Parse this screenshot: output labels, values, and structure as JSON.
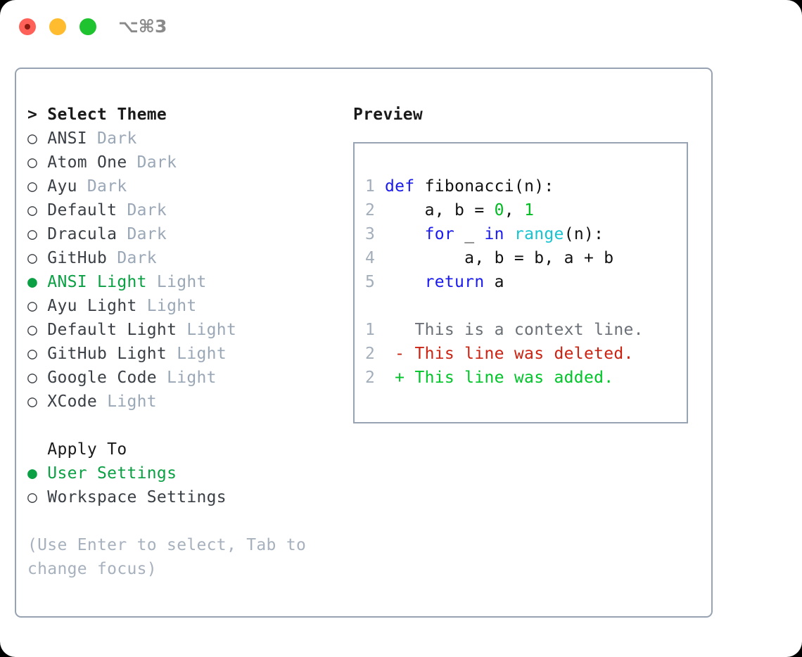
{
  "titlebar": {
    "shortcut": "⌥⌘3",
    "lights": [
      "close-light",
      "minimize-light",
      "maximize-light"
    ]
  },
  "theme_panel": {
    "heading": "> Select Theme",
    "items": [
      {
        "marker": "○ ",
        "name": "ANSI",
        "tag": " Dark",
        "selected": false
      },
      {
        "marker": "○ ",
        "name": "Atom One",
        "tag": " Dark",
        "selected": false
      },
      {
        "marker": "○ ",
        "name": "Ayu",
        "tag": " Dark",
        "selected": false
      },
      {
        "marker": "○ ",
        "name": "Default",
        "tag": " Dark",
        "selected": false
      },
      {
        "marker": "○ ",
        "name": "Dracula",
        "tag": " Dark",
        "selected": false
      },
      {
        "marker": "○ ",
        "name": "GitHub",
        "tag": " Dark",
        "selected": false
      },
      {
        "marker": "● ",
        "name": "ANSI Light",
        "tag": " Light",
        "selected": true
      },
      {
        "marker": "○ ",
        "name": "Ayu Light",
        "tag": " Light",
        "selected": false
      },
      {
        "marker": "○ ",
        "name": "Default Light",
        "tag": " Light",
        "selected": false
      },
      {
        "marker": "○ ",
        "name": "GitHub Light",
        "tag": " Light",
        "selected": false
      },
      {
        "marker": "○ ",
        "name": "Google Code",
        "tag": " Light",
        "selected": false
      },
      {
        "marker": "○ ",
        "name": "XCode",
        "tag": " Light",
        "selected": false
      }
    ]
  },
  "apply_to": {
    "heading": "  Apply To",
    "items": [
      {
        "marker": "● ",
        "name": "User Settings",
        "selected": true
      },
      {
        "marker": "○ ",
        "name": "Workspace Settings",
        "selected": false
      }
    ]
  },
  "hint": "(Use Enter to select, Tab to change focus)",
  "preview": {
    "title": "Preview",
    "code_lines": [
      {
        "lineno": "1",
        "tokens": [
          {
            "t": "def",
            "c": "k"
          },
          {
            "t": " ",
            "c": "pl"
          },
          {
            "t": "fibonacci",
            "c": "fn"
          },
          {
            "t": "(n):",
            "c": "pl"
          }
        ]
      },
      {
        "lineno": "2",
        "tokens": [
          {
            "t": "    a, b = ",
            "c": "pl"
          },
          {
            "t": "0",
            "c": "num"
          },
          {
            "t": ", ",
            "c": "pl"
          },
          {
            "t": "1",
            "c": "num"
          }
        ]
      },
      {
        "lineno": "3",
        "tokens": [
          {
            "t": "    ",
            "c": "pl"
          },
          {
            "t": "for",
            "c": "k"
          },
          {
            "t": " _ ",
            "c": "pl"
          },
          {
            "t": "in",
            "c": "k"
          },
          {
            "t": " ",
            "c": "pl"
          },
          {
            "t": "range",
            "c": "bi"
          },
          {
            "t": "(n):",
            "c": "pl"
          }
        ]
      },
      {
        "lineno": "4",
        "tokens": [
          {
            "t": "        a, b = b, a + b",
            "c": "pl"
          }
        ]
      },
      {
        "lineno": "5",
        "tokens": [
          {
            "t": "    ",
            "c": "pl"
          },
          {
            "t": "return",
            "c": "k"
          },
          {
            "t": " a",
            "c": "pl"
          }
        ]
      }
    ],
    "diff_lines": [
      {
        "lineno": "1",
        "tokens": [
          {
            "t": "   This is a context line.",
            "c": "ctx"
          }
        ]
      },
      {
        "lineno": "2",
        "tokens": [
          {
            "t": " - This line was deleted.",
            "c": "del"
          }
        ]
      },
      {
        "lineno": "2",
        "tokens": [
          {
            "t": " + This line was added.",
            "c": "add"
          }
        ]
      }
    ]
  },
  "colors": {
    "accent_green": "#0aa043",
    "border": "#97a3b2",
    "tag_gray": "#9aa7b6",
    "hint_gray": "#a7b1bd",
    "keyword_blue": "#1a1aee",
    "builtin_cyan": "#17c4cf",
    "number_green": "#00bb22",
    "diff_add_green": "#00c528",
    "diff_del_red": "#cc2211",
    "linenum_gray": "#a3aebb",
    "light_close": "#ff6058",
    "light_min": "#febc2e",
    "light_max": "#1fc22f"
  }
}
